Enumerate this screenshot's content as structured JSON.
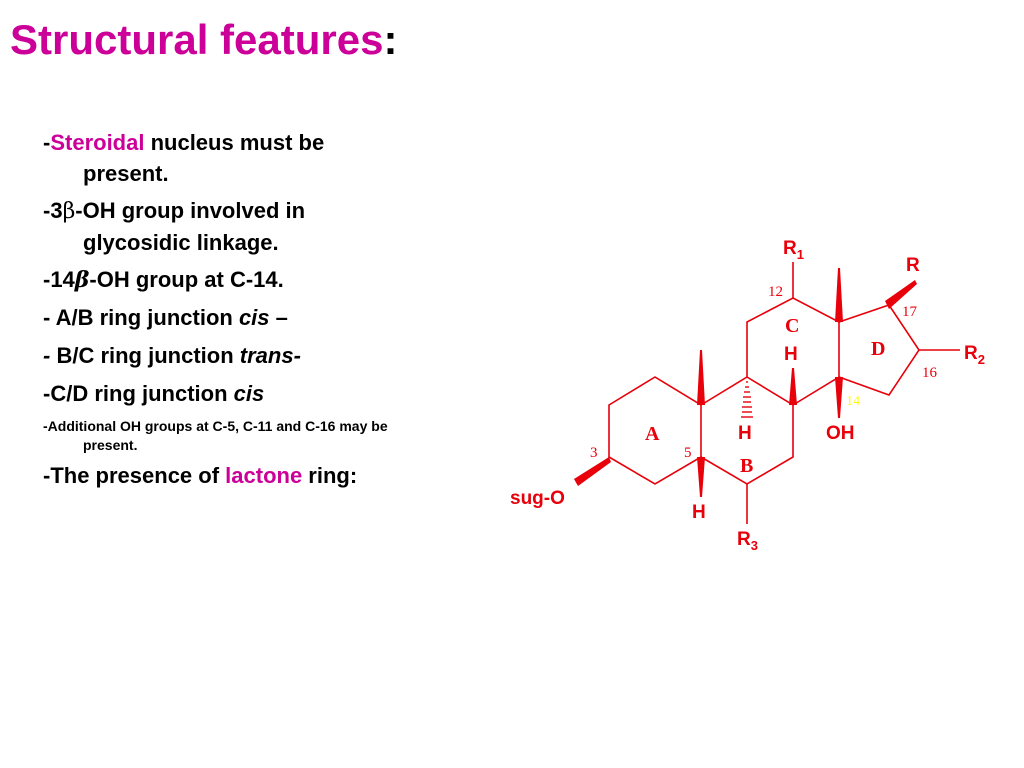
{
  "slide": {
    "title": "Structural features",
    "title_colon": ":",
    "colors": {
      "accent": "#cc0099",
      "structure": "#e8000b",
      "c14": "#ffff00"
    }
  },
  "bullets": {
    "b1_dash": "-",
    "b1_term": "Steroidal",
    "b1_rest": " nucleus must be",
    "b1_cont": "present.",
    "b2_pre": "-3",
    "b2_beta": "β",
    "b2_rest": "-OH group involved in",
    "b2_cont": "glycosidic linkage.",
    "b3_pre": "-14",
    "b3_beta": "β",
    "b3_rest": "-OH group at C-14.",
    "b4_pre": "- A/B ring junction ",
    "b4_em": "cis",
    "b4_post": " –",
    "b5_dash": "-",
    "b5_pre": " B/C ring junction ",
    "b5_em": "trans",
    "b5_post": "-",
    "b6_pre": "-C/D ring junction ",
    "b6_em": "cis",
    "b7_text": "-Additional OH groups at C-5, C-11 and C-16 may be",
    "b7_cont": "present.",
    "b8_pre": "-The presence of ",
    "b8_term": "lactone",
    "b8_post": " ring:"
  },
  "structure": {
    "r1": "R",
    "r1_sub": "1",
    "r": "R",
    "r2": "R",
    "r2_sub": "2",
    "r3": "R",
    "r3_sub": "3",
    "sug": "sug-O",
    "h_c": "H",
    "h_mid": "H",
    "h_a": "H",
    "oh": "OH",
    "ring_a": "A",
    "ring_b": "B",
    "ring_c": "C",
    "ring_d": "D",
    "n3": "3",
    "n5": "5",
    "n12": "12",
    "n14": "14",
    "n16": "16",
    "n17": "17"
  }
}
